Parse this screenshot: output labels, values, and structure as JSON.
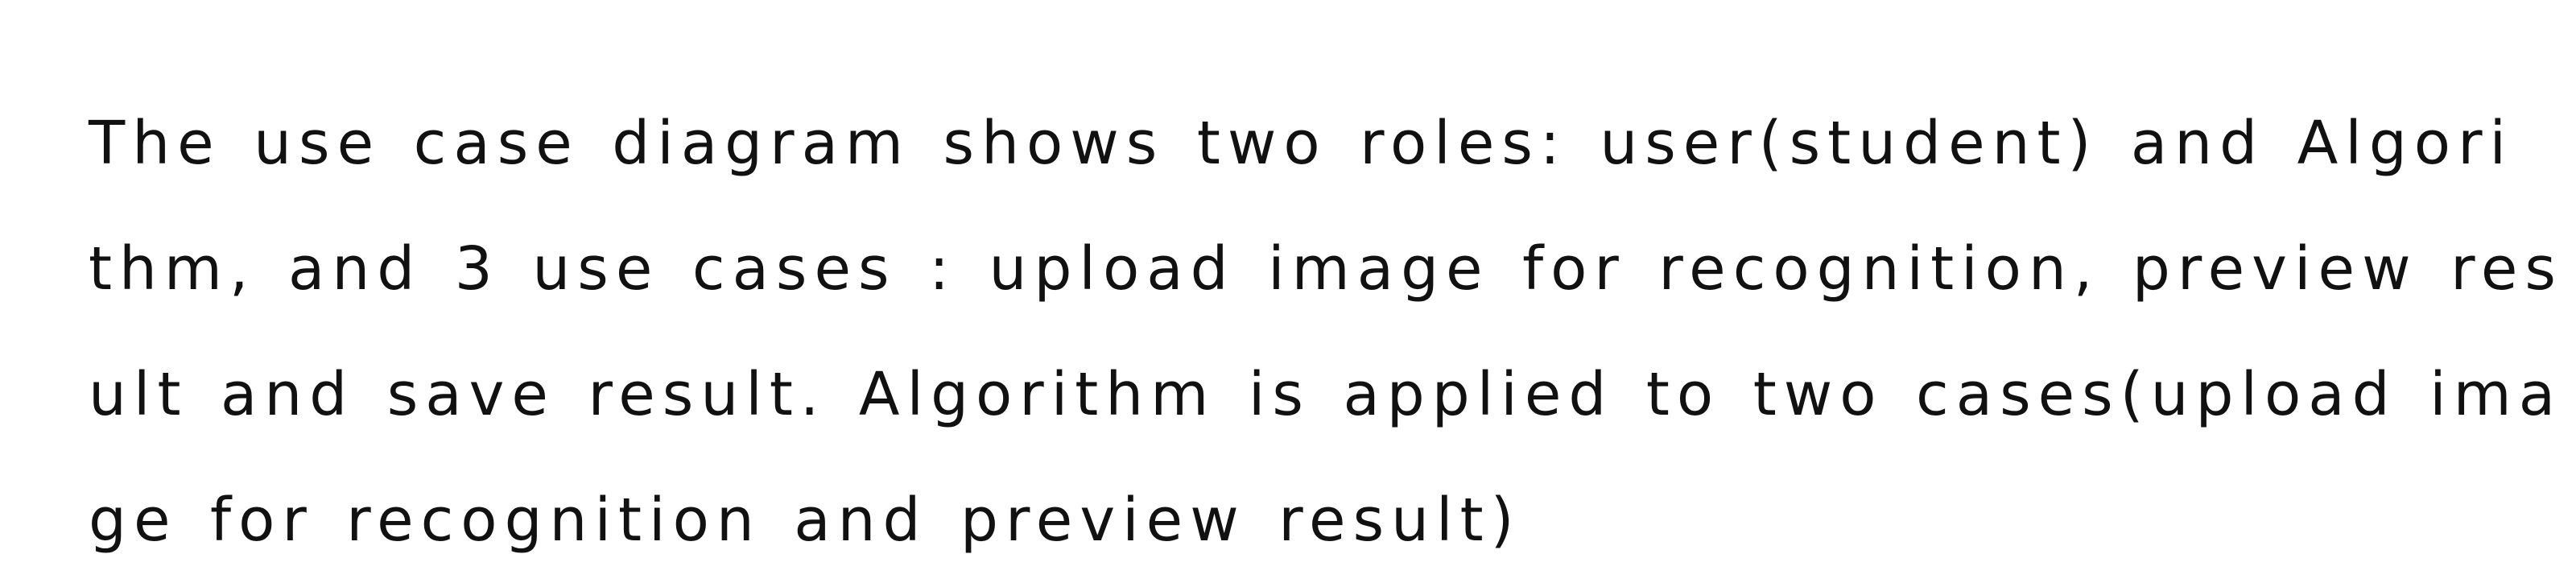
{
  "document": {
    "lines": [
      "The use case diagram shows two roles: user(student) and Algori",
      "thm, and 3 use cases : upload image for recognition, preview res",
      "ult and save result. Algorithm is applied to two cases(upload ima",
      "ge for recognition and preview result)"
    ]
  }
}
